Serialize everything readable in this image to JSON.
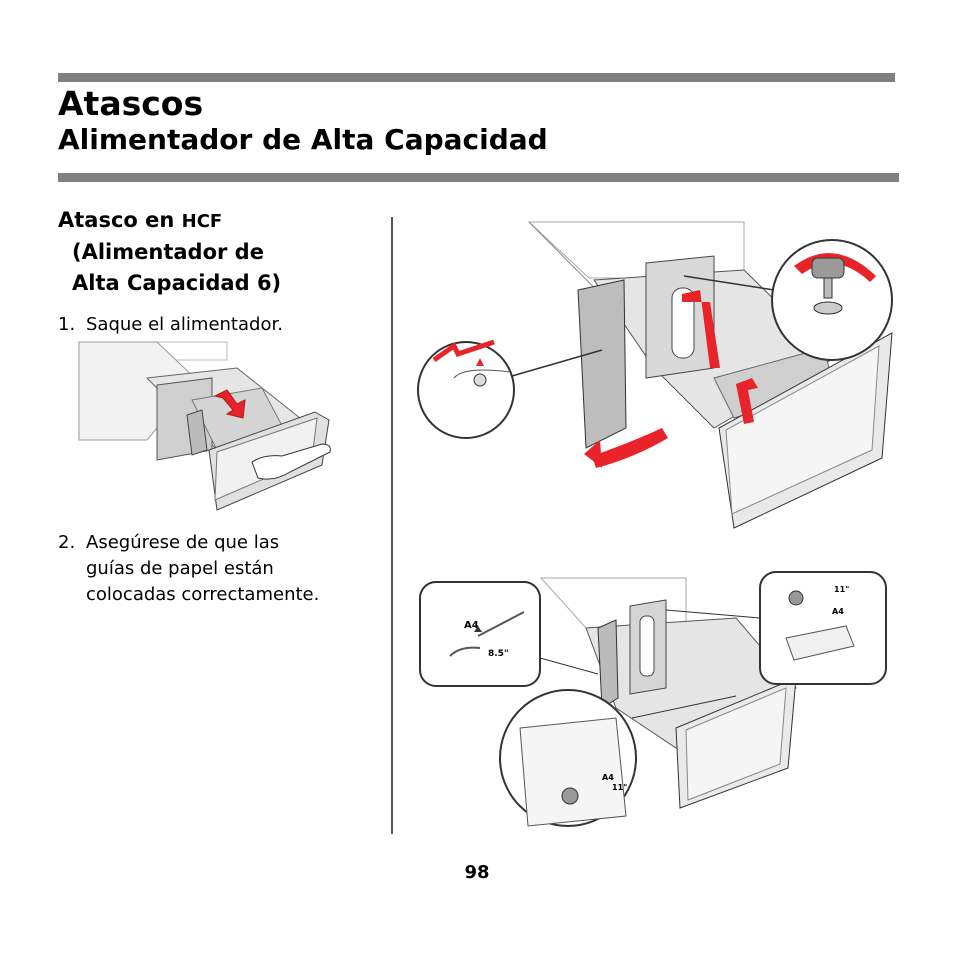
{
  "header": {
    "title": "Atascos",
    "subtitle": "Alimentador de Alta Capacidad"
  },
  "section": {
    "heading_line1_prefix": "Atasco en ",
    "heading_line1_abbr": "HCF",
    "heading_line2": "(Alimentador de",
    "heading_line3": "Alta Capacidad 6)"
  },
  "steps": [
    {
      "number": "1.",
      "line1": "Saque el alimentador."
    },
    {
      "number": "2.",
      "line1": "Asegúrese de que las",
      "line2": "guías de papel están",
      "line3": "colocadas correctamente."
    }
  ],
  "illustration_labels": {
    "a4": "A4",
    "size_85": "8.5\"",
    "size_11": "11\""
  },
  "colors": {
    "accent_red": "#e8242a",
    "rule_gray": "#7f7f7f",
    "drawing_gray": "#d9d9d9",
    "line_dark": "#333333"
  },
  "icons": [
    "red-arrow-icon",
    "rotate-arrow-icon",
    "thumbscrew-icon"
  ],
  "page_number": "98"
}
